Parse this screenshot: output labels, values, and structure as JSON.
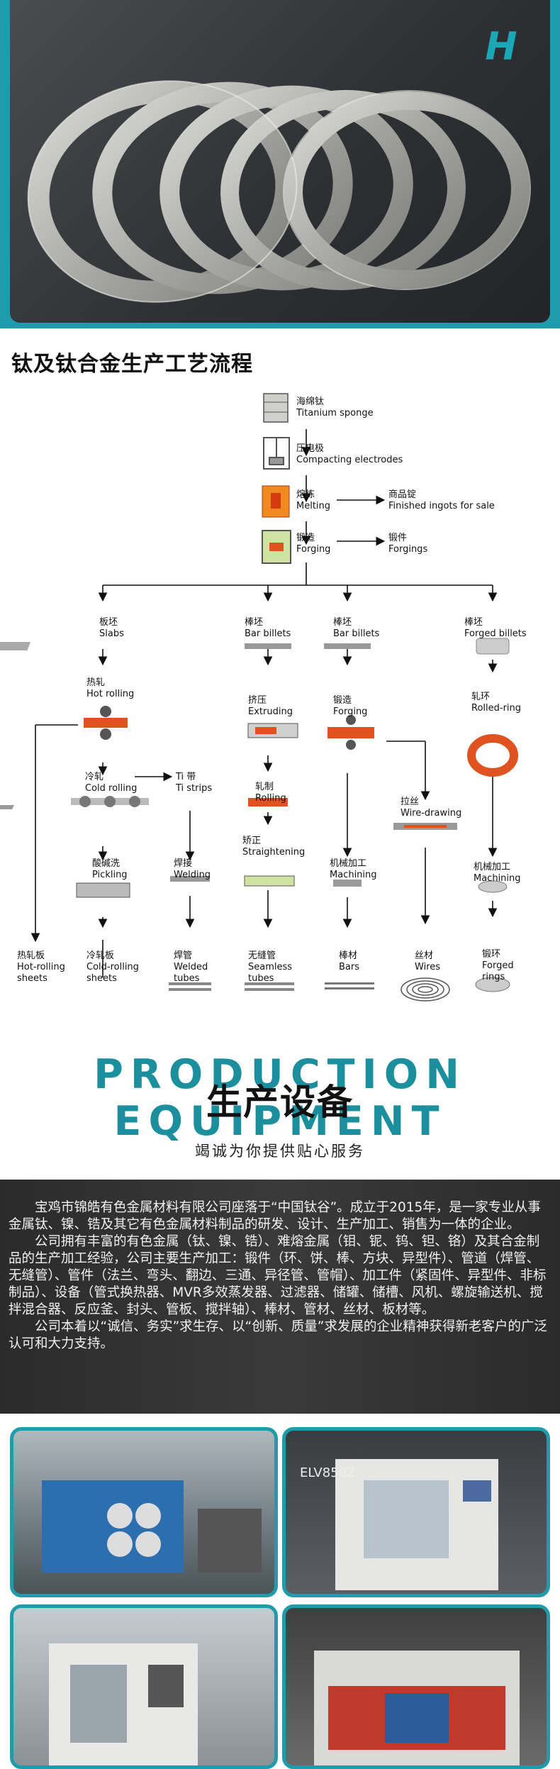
{
  "hero": {
    "logo_text": "H",
    "image_desc": "titanium-rings-photo"
  },
  "process": {
    "title": "钛及钛合金生产工艺流程",
    "nodes": {
      "sponge_cn": "海绵钛",
      "sponge_en": "Titanium sponge",
      "compact_cn": "压电极",
      "compact_en": "Compacting electrodes",
      "melting_cn": "熔炼",
      "melting_en": "Melting",
      "ingots_cn": "商品锭",
      "ingots_en": "Finished ingots for sale",
      "forging_cn": "锻造",
      "forging_en": "Forging",
      "forgings_cn": "锻件",
      "forgings_en": "Forgings",
      "slabs_cn": "板坯",
      "slabs_en": "Slabs",
      "bar1_cn": "棒坯",
      "bar1_en": "Bar billets",
      "bar2_cn": "棒坯",
      "bar2_en": "Bar billets",
      "fb_cn": "棒坯",
      "fb_en": "Forged billets",
      "hot_cn": "热轧",
      "hot_en": "Hot rolling",
      "extr_cn": "挤压",
      "extr_en": "Extruding",
      "forg2_cn": "锻造",
      "forg2_en": "Forging",
      "ring_cn": "轧环",
      "ring_en": "Rolled-ring",
      "cold_cn": "冷轧",
      "cold_en": "Cold rolling",
      "tistrip_cn": "Ti 带",
      "tistrip_en": "Ti strips",
      "rolling_cn": "轧制",
      "rolling_en": "Rolling",
      "wire_cn": "拉丝",
      "wire_en": "Wire-drawing",
      "pick_cn": "酸碱洗",
      "pick_en": "Pickling",
      "weld_cn": "焊接",
      "weld_en": "Welding",
      "str_cn": "矫正",
      "str_en": "Straightening",
      "mach1_cn": "机械加工",
      "mach1_en": "Machining",
      "mach2_cn": "机械加工",
      "mach2_en": "Machining",
      "hrs_cn": "热轧板",
      "hrs_en1": "Hot-rolling",
      "hrs_en2": "sheets",
      "crs_cn": "冷轧板",
      "crs_en1": "Cold-rolling",
      "crs_en2": "sheets",
      "wt_cn": "焊管",
      "wt_en1": "Welded",
      "wt_en2": "tubes",
      "st_cn": "无缝管",
      "st_en1": "Seamless",
      "st_en2": "tubes",
      "bars_cn": "棒材",
      "bars_en": "Bars",
      "wires_cn": "丝材",
      "wires_en": "Wires",
      "fr_cn": "锻环",
      "fr_en1": "Forged",
      "fr_en2": "rings"
    }
  },
  "equipment": {
    "title_en": "PRODUCTION EQUIPMENT",
    "title_cn": "生产设备",
    "subtitle": "竭诚为你提供贴心服务"
  },
  "intro": {
    "p1": "宝鸡市锦皓有色金属材料有限公司座落于“中国钛谷”。成立于2015年，是一家专业从事金属钛、镍、锆及其它有色金属材料制品的研发、设计、生产加工、销售为一体的企业。",
    "p2": "公司拥有丰富的有色金属（钛、镍、锆）、难熔金属（钼、铌、钨、钽、铬）及其合金制品的生产加工经验，公司主要生产加工：锻件（环、饼、棒、方块、异型件）、管道（焊管、无缝管）、管件（法兰、弯头、翻边、三通、异径管、管帽）、加工件（紧固件、异型件、非标制品）、设备（管式换热器、MVR多效蒸发器、过滤器、储罐、储槽、风机、螺旋输送机、搅拌混合器、反应釜、封头、管板、搅拌轴）、棒材、管材、丝材、板材等。",
    "p3": "公司本着以“诚信、务实”求生存、以“创新、质量”求发展的企业精神获得新老客户的广泛认可和大力支持。"
  },
  "gallery": {
    "machine_label": "ELV850Z"
  },
  "colors": {
    "brand_teal": "#1f9cab",
    "arrow": "#111111",
    "heat_red": "#e0521f",
    "intro_bg": "#2f2f2f"
  }
}
